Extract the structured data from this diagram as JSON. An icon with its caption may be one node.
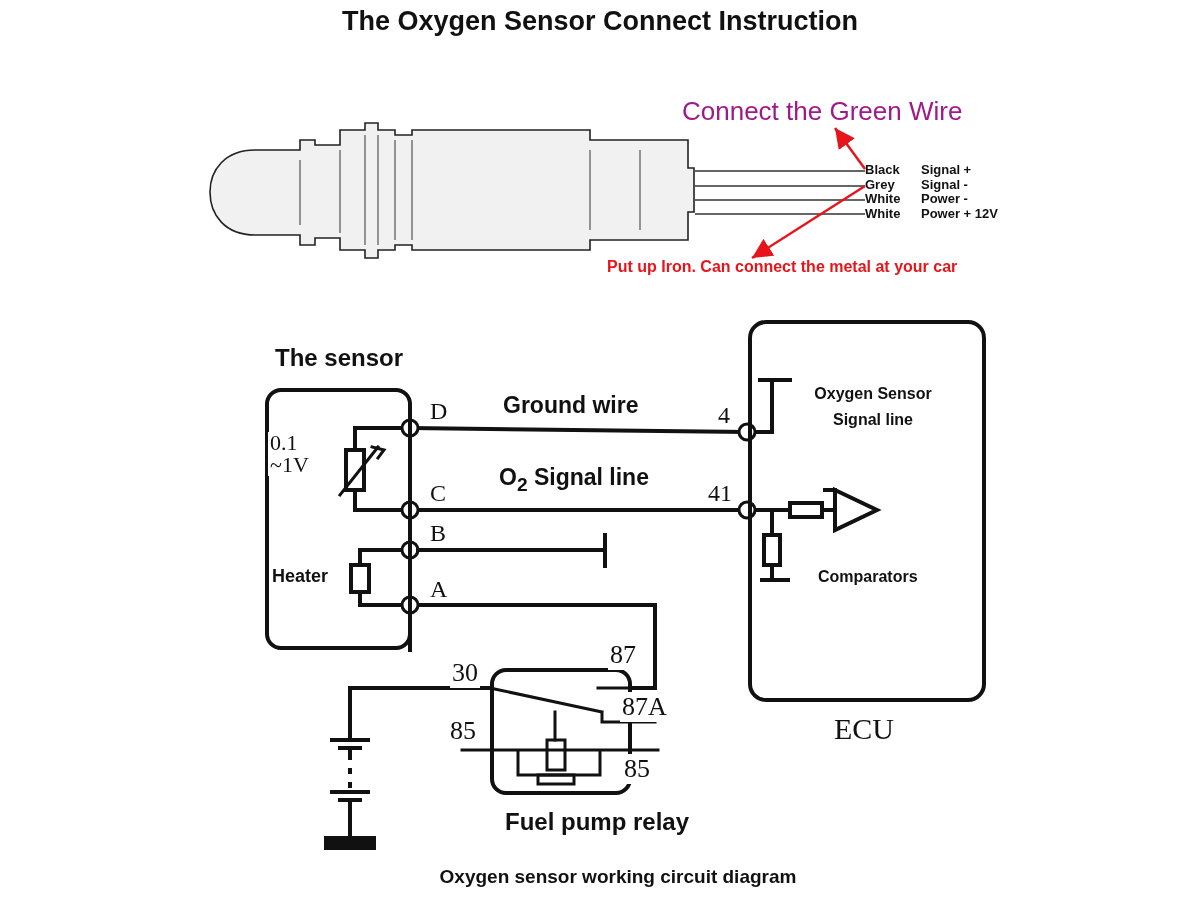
{
  "diagram": {
    "title": "The Oxygen Sensor Connect Instruction",
    "caption": "Oxygen sensor working circuit diagram",
    "nodes": [
      {
        "text": [],
        "shape": "picture"
      },
      {
        "text": [
          "Black",
          "Signal +"
        ]
      },
      {
        "text": [
          "Grey",
          "Signal -"
        ]
      },
      {
        "text": [
          "White",
          "Power -"
        ]
      },
      {
        "text": [
          "White",
          "Power + 12V"
        ]
      },
      {
        "text": [
          "Connect the Green Wire"
        ]
      },
      {
        "text": [
          "Put up Iron. Can connect the metal at your car"
        ]
      },
      {
        "text": [
          "The sensor"
        ]
      },
      {
        "text": [
          "ECU"
        ]
      },
      {
        "text": [
          "Fuel pump relay"
        ]
      },
      {
        "text": [],
        "shape": "battery"
      }
    ],
    "edges": [
      {
        "from": 0,
        "to": 1,
        "arrow": "none"
      },
      {
        "from": 0,
        "to": 2,
        "arrow": "none"
      },
      {
        "from": 0,
        "to": 3,
        "arrow": "none"
      },
      {
        "from": 0,
        "to": 4,
        "arrow": "none"
      },
      {
        "from": 1,
        "to": 5,
        "arrow": "to",
        "color": "#e8141b"
      },
      {
        "from": 2,
        "to": 6,
        "arrow": "to",
        "color": "#e8141b"
      },
      {
        "from": 7,
        "to": 8,
        "arrow": "other",
        "label": "Ground wire"
      },
      {
        "from": 7,
        "to": 8,
        "arrow": "other",
        "label": "O$_{2}$ Signal line"
      },
      {
        "from": 7,
        "to": 9,
        "arrow": "other"
      },
      {
        "from": 9,
        "to": 10,
        "arrow": "none"
      }
    ],
    "labels": [
      "Oxygen Sensor Signal line",
      "D",
      "4",
      "0.1 ~1V",
      "C",
      "41",
      "B",
      "Heater",
      "Comparators",
      "A",
      "87",
      "30",
      "87A",
      "85",
      "85"
    ]
  }
}
